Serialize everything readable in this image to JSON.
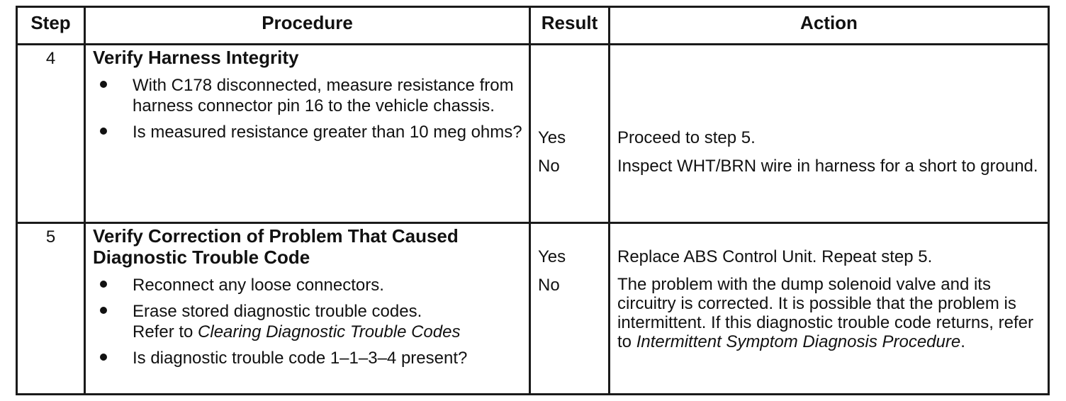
{
  "headers": {
    "step": "Step",
    "procedure": "Procedure",
    "result": "Result",
    "action": "Action"
  },
  "rows": [
    {
      "step": "4",
      "title": "Verify Harness Integrity",
      "bullets": [
        "With C178 disconnected, measure resistance from harness connector pin 16 to the vehicle chassis.",
        "Is measured resistance greater than 10 meg ohms?"
      ],
      "results": [
        "Yes",
        "No"
      ],
      "actions": [
        "Proceed to step 5.",
        "Inspect WHT/BRN wire in harness for a short to ground."
      ]
    },
    {
      "step": "5",
      "title": "Verify Correction of Problem That Caused Diagnostic Trouble Code",
      "bullets": [
        "Reconnect any loose connectors.",
        "Erase stored diagnostic trouble codes.",
        "Is diagnostic trouble code 1–1–3–4 present?"
      ],
      "bullet2_ref_prefix": "Refer to",
      "bullet2_ref_link": "Clearing Diagnostic Trouble Codes",
      "results": [
        "Yes",
        "No"
      ],
      "actions": [
        "Replace ABS Control Unit. Repeat step 5.",
        "The problem with the dump solenoid valve and its circuitry is corrected. It is possible that the problem is intermittent. If this diagnostic trouble code returns, refer to"
      ],
      "action2_ref_link": "Intermittent Symptom Diagnosis Procedure",
      "action2_ref_suffix": "."
    }
  ]
}
